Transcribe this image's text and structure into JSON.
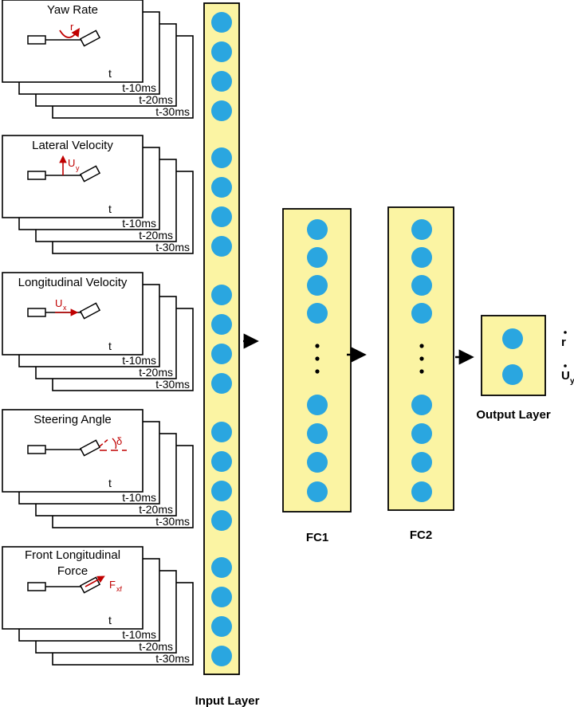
{
  "inputs": [
    {
      "title": "Yaw Rate",
      "title2": "",
      "var": "r",
      "sub": "",
      "times": [
        "t",
        "t-10ms",
        "t-20ms",
        "t-30ms"
      ]
    },
    {
      "title": "Lateral Velocity",
      "title2": "",
      "var": "U",
      "sub": "y",
      "times": [
        "t",
        "t-10ms",
        "t-20ms",
        "t-30ms"
      ]
    },
    {
      "title": "Longitudinal Velocity",
      "title2": "",
      "var": "U",
      "sub": "x",
      "times": [
        "t",
        "t-10ms",
        "t-20ms",
        "t-30ms"
      ]
    },
    {
      "title": "Steering Angle",
      "title2": "",
      "var": "δ",
      "sub": "",
      "times": [
        "t",
        "t-10ms",
        "t-20ms",
        "t-30ms"
      ]
    },
    {
      "title": "Front Longitudinal",
      "title2": "Force",
      "var": "F",
      "sub": "xf",
      "times": [
        "t",
        "t-10ms",
        "t-20ms",
        "t-30ms"
      ]
    }
  ],
  "layers": {
    "input": {
      "label": "Input Layer",
      "neurons": 20,
      "ellipsis": false
    },
    "fc1": {
      "label": "FC1",
      "neurons": 8,
      "ellipsis": true
    },
    "fc2": {
      "label": "FC2",
      "neurons": 8,
      "ellipsis": true
    },
    "output": {
      "label": "Output Layer",
      "neurons": 2,
      "ellipsis": false
    }
  },
  "outputs": [
    {
      "symbol": "r",
      "sub": ""
    },
    {
      "symbol": "U",
      "sub": "y"
    }
  ],
  "colors": {
    "layer_fill": "#fbf4a3",
    "neuron": "#2aa6e0",
    "annotation": "#c00000",
    "stroke": "#000000"
  }
}
